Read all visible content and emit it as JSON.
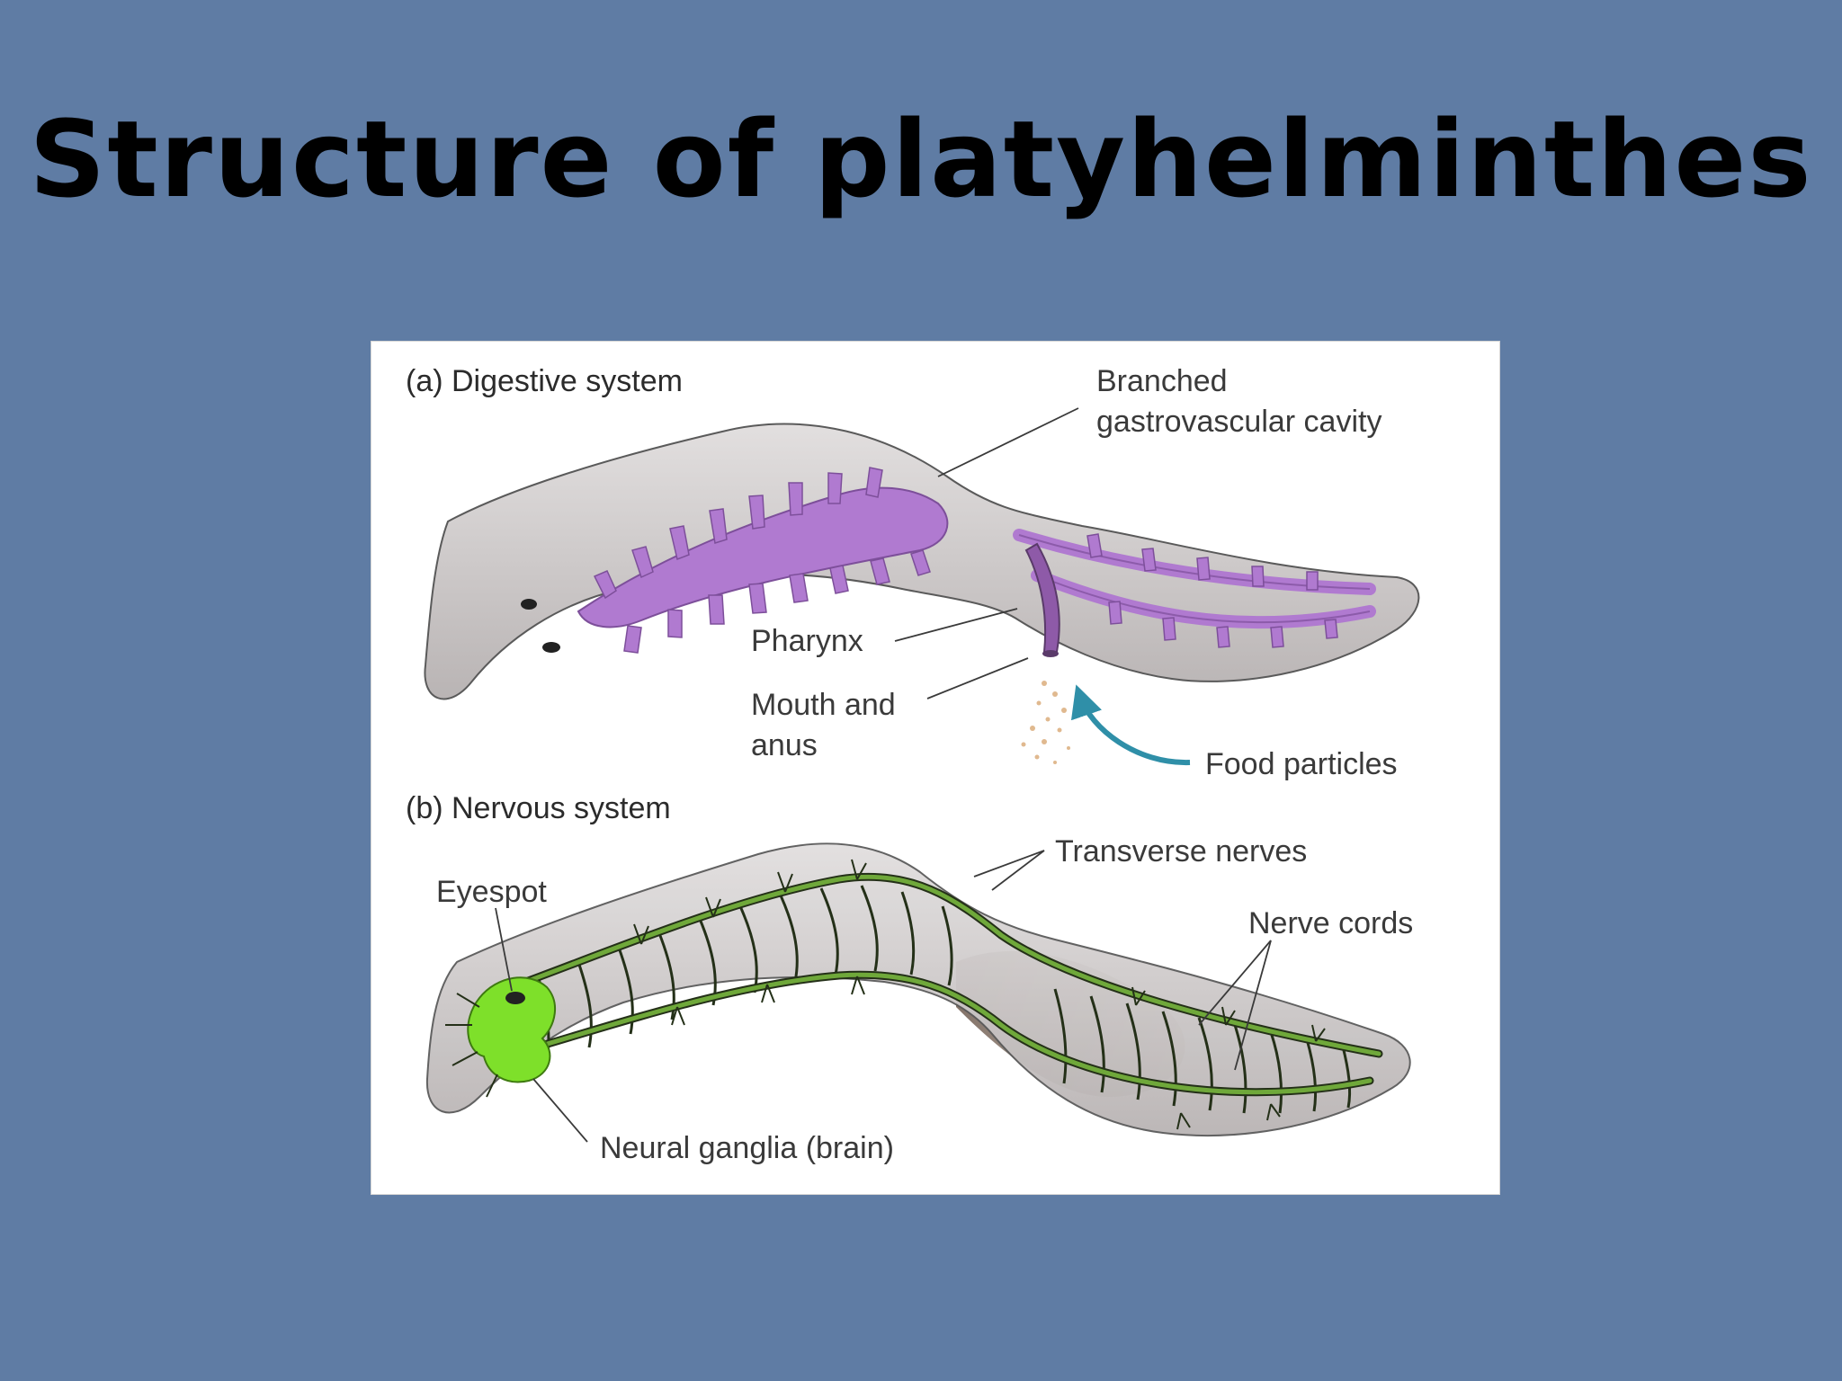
{
  "slide": {
    "title": "Structure of platyhelminthes"
  },
  "figure": {
    "panel_a": {
      "heading": "(a) Digestive system",
      "labels": {
        "branched_1": "Branched",
        "branched_2": "gastrovascular cavity",
        "pharynx": "Pharynx",
        "mouth_1": "Mouth and",
        "mouth_2": "anus",
        "food": "Food particles"
      }
    },
    "panel_b": {
      "heading": "(b) Nervous system",
      "labels": {
        "eyespot": "Eyespot",
        "transverse": "Transverse nerves",
        "nerve_cords": "Nerve cords",
        "ganglia": "Neural ganglia (brain)"
      }
    }
  },
  "colors": {
    "background": "#5f7ca4",
    "body": "#cfcbcb",
    "gut": "#b07ad0",
    "nerve": "#4f7a2a",
    "brain": "#7ee02a",
    "arrow": "#2f8fa8"
  }
}
